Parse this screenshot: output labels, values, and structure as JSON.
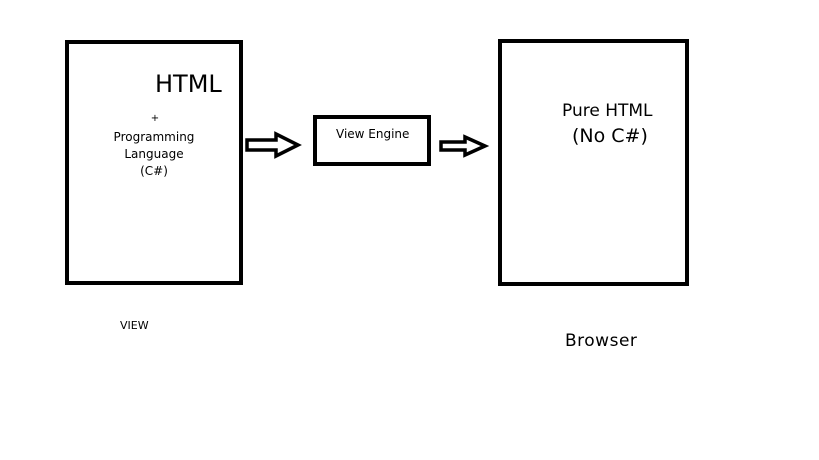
{
  "view_box": {
    "title": "HTML",
    "plus": "+",
    "language_lines": [
      "Programming",
      "Language",
      "(C#)"
    ],
    "caption": "VIEW"
  },
  "engine_box": {
    "label": "View Engine"
  },
  "browser_box": {
    "line1": "Pure HTML",
    "line2": "(No C#)",
    "caption": "Browser"
  },
  "arrows": [
    {
      "from": "view",
      "to": "view-engine"
    },
    {
      "from": "view-engine",
      "to": "browser"
    }
  ]
}
